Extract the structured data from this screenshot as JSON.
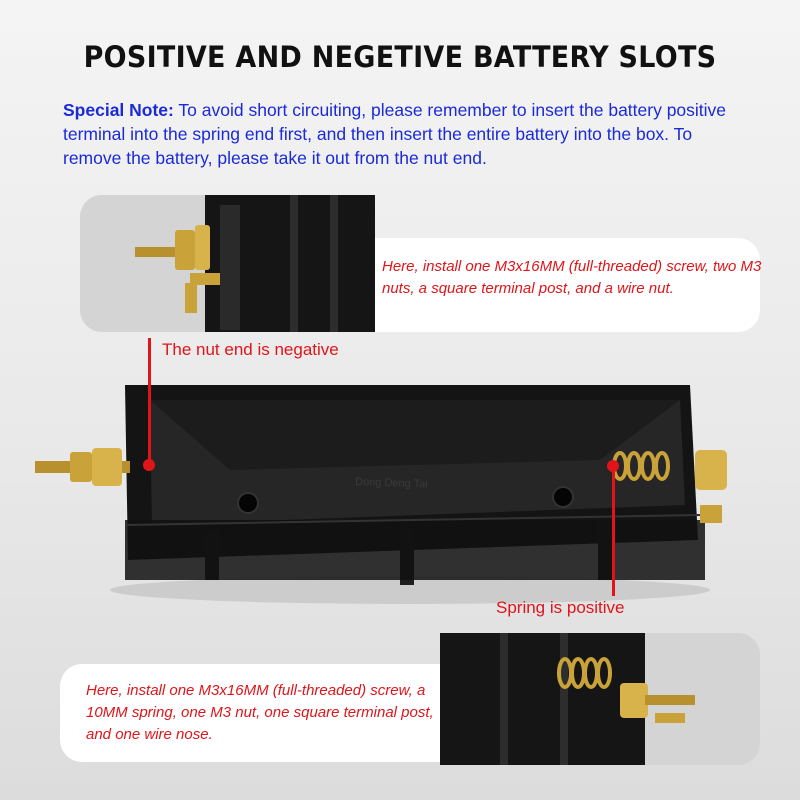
{
  "header": {
    "title": "POSITIVE AND NEGETIVE BATTERY SLOTS"
  },
  "note": {
    "lead": "Special Note:",
    "text": " To avoid short circuiting, please remember to insert the battery positive terminal into the spring end first, and then insert the entire battery into the box. To remove the battery, please take it out from the nut end."
  },
  "callouts": {
    "negative_end": "Here, install one M3x16MM (full-threaded) screw, two M3 nuts, a square terminal post, and a wire nut.",
    "positive_end": "Here, install one M3x16MM (full-threaded) screw, a 10MM spring, one M3 nut, one square terminal post, and one wire nose."
  },
  "labels": {
    "negative": "The nut end is negative",
    "positive": "Spring is positive"
  },
  "case_marking": "Dong Deng Tai",
  "colors": {
    "title": "#111111",
    "note": "#1a2ad8",
    "callout_text": "#e0151a",
    "case": "#141414",
    "brass": "#c9a23a"
  }
}
